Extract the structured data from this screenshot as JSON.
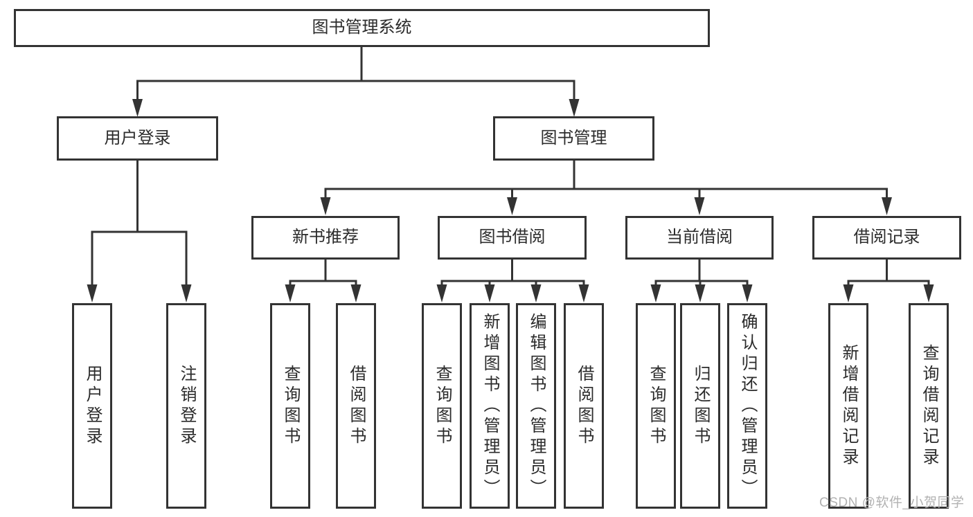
{
  "tree": {
    "root": "图书管理系统",
    "level2": [
      "用户登录",
      "图书管理"
    ],
    "level3": [
      "新书推荐",
      "图书借阅",
      "当前借阅",
      "借阅记录"
    ],
    "login_children": [
      "用户登录",
      "注销登录"
    ],
    "recommend_children": [
      "查询图书",
      "借阅图书"
    ],
    "borrow_children": [
      "查询图书",
      "新增图书（管理员）",
      "编辑图书（管理员）",
      "借阅图书"
    ],
    "current_children": [
      "查询图书",
      "归还图书",
      "确认归还（管理员）"
    ],
    "record_children": [
      "新增借阅记录",
      "查询借阅记录"
    ]
  },
  "watermark": "CSDN @软件_小贺同学",
  "colors": {
    "line": "#333333",
    "text": "#2b2b2b",
    "watermark": "#b2b2b2",
    "background": "#ffffff"
  }
}
